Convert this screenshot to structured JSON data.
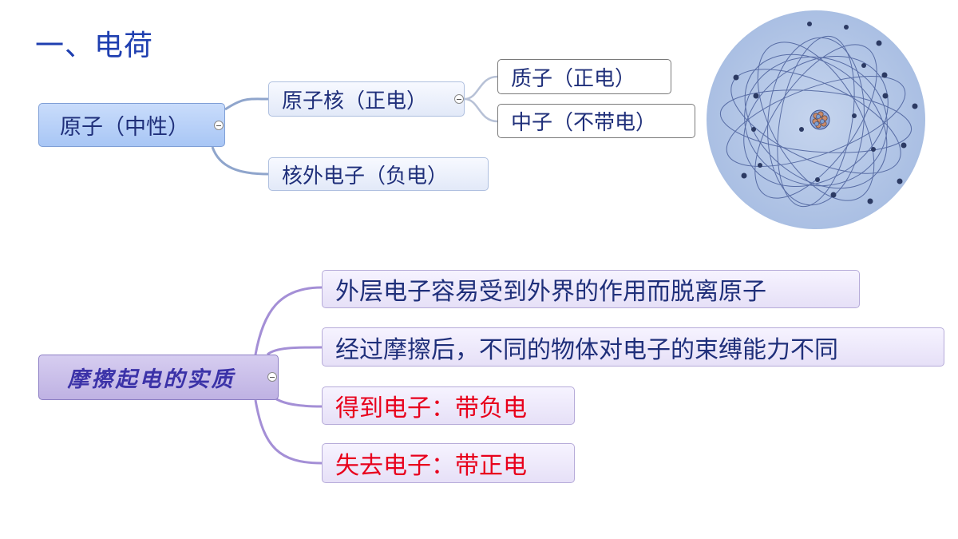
{
  "section": {
    "title": "一、电荷"
  },
  "atom_map": {
    "root": "原子（中性）",
    "nucleus": "原子核（正电）",
    "electrons": "核外电子（负电）",
    "proton": "质子（正电）",
    "neutron": "中子（不带电）"
  },
  "friction_map": {
    "root": "摩擦起电的实质",
    "items": [
      {
        "text": "外层电子容易受到外界的作用而脱离原子",
        "color": "#1f2f7a"
      },
      {
        "text": "经过摩擦后，不同的物体对电子的束缚能力不同",
        "color": "#1f2f7a"
      },
      {
        "text": "得到电子：带负电",
        "color": "#e8001c"
      },
      {
        "text": "失去电子：带正电",
        "color": "#e8001c"
      }
    ]
  },
  "colors": {
    "title": "#1f3fb0",
    "atom_connector": "#8fa5cc",
    "friction_connector": "#a48fd6",
    "atom_background": "#b3c6e7"
  }
}
